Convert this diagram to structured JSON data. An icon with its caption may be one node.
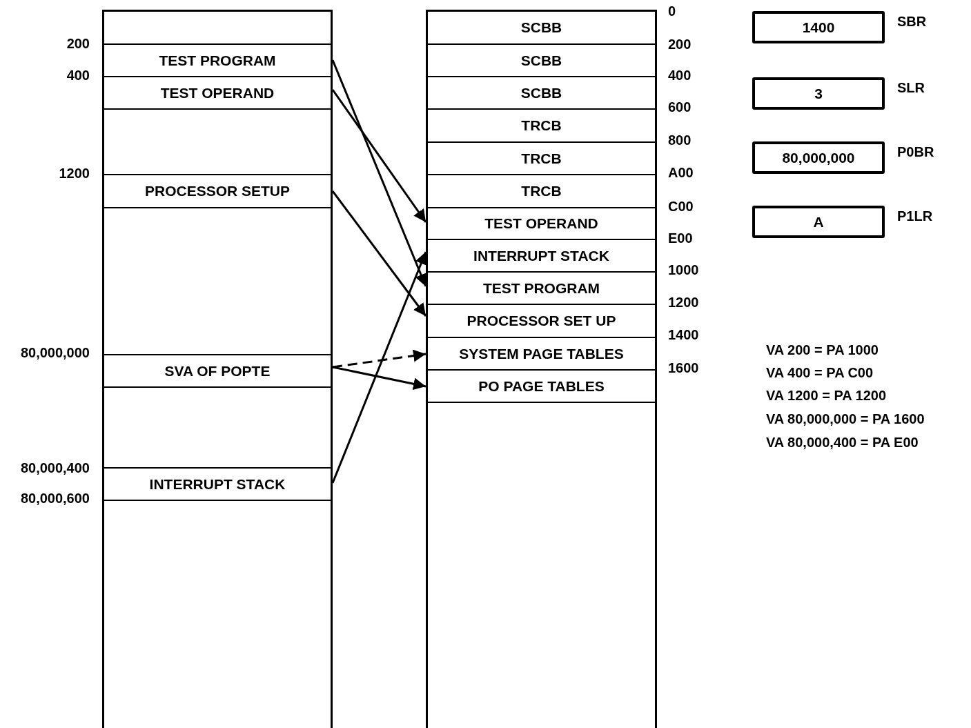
{
  "diagram": {
    "nodes": [
      {
        "text": [],
        "shape": "box"
      },
      {
        "text": [
          "TEST PROGRAM"
        ],
        "in": 0
      },
      {
        "text": [
          "TEST OPERAND"
        ],
        "in": 0
      },
      {
        "text": [
          "PROCESSOR SETUP"
        ],
        "in": 0
      },
      {
        "text": [
          "SVA OF POPTE"
        ],
        "in": 0
      },
      {
        "text": [
          "INTERRUPT STACK"
        ],
        "in": 0
      },
      {
        "text": [],
        "shape": "box"
      },
      {
        "text": [
          "SCBB"
        ],
        "in": 6
      },
      {
        "text": [
          "SCBB"
        ],
        "in": 6
      },
      {
        "text": [
          "SCBB"
        ],
        "in": 6
      },
      {
        "text": [
          "TRCB"
        ],
        "in": 6
      },
      {
        "text": [
          "TRCB"
        ],
        "in": 6
      },
      {
        "text": [
          "TRCB"
        ],
        "in": 6
      },
      {
        "text": [
          "TEST OPERAND"
        ],
        "in": 6
      },
      {
        "text": [
          "INTERRUPT STACK"
        ],
        "in": 6
      },
      {
        "text": [
          "TEST PROGRAM"
        ],
        "in": 6
      },
      {
        "text": [
          "PROCESSOR SET UP"
        ],
        "in": 6
      },
      {
        "text": [
          "SYSTEM PAGE TABLES"
        ],
        "in": 6
      },
      {
        "text": [
          "PO PAGE TABLES"
        ],
        "in": 6
      },
      {
        "text": [
          "1400"
        ],
        "beside": [
          "SBR"
        ]
      },
      {
        "text": [
          "3"
        ],
        "beside": [
          "SLR"
        ]
      },
      {
        "text": [
          "80,000,000"
        ],
        "beside": [
          "P0BR"
        ]
      },
      {
        "text": [
          "A"
        ],
        "beside": [
          "P1LR"
        ]
      }
    ],
    "edges": [
      {
        "from": 1,
        "to": 15,
        "arrow": "to"
      },
      {
        "from": 2,
        "to": 13,
        "arrow": "to"
      },
      {
        "from": 3,
        "to": 16,
        "arrow": "to"
      },
      {
        "from": 4,
        "to": 17,
        "arrow": "to",
        "style": "dashed"
      },
      {
        "from": 4,
        "to": 18,
        "arrow": "to"
      },
      {
        "from": 5,
        "to": 14,
        "arrow": "to"
      }
    ],
    "labels": [
      "200",
      "400",
      "1200",
      "80,000,000",
      "80,000,400",
      "80,000,600",
      "0",
      "200",
      "400",
      "600",
      "800",
      "A00",
      "C00",
      "E00",
      "1000",
      "1200",
      "1400",
      "1600",
      "VA 200 = PA 1000",
      "VA 400 = PA C00",
      "VA 1200 = PA 1200",
      "VA 80,000,000 = PA 1600",
      "VA 80,000,400 = PA E00"
    ]
  }
}
